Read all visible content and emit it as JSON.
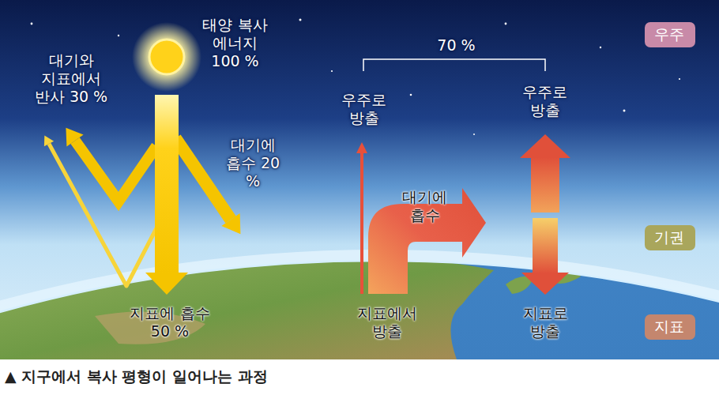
{
  "diagram": {
    "caption": "▲ 지구에서 복사 평형이 일어나는 과정",
    "nodes": [
      {
        "text": [
          "우주"
        ]
      },
      {
        "text": [
          "기권"
        ]
      },
      {
        "text": [
          "지표"
        ]
      }
    ],
    "labels": [
      "대기와 지표에서 반사 30 %",
      "태양 복사 에너지 100 %",
      "대기에 흡수 20 %",
      "지표에 흡수 50 %",
      "70 %",
      "우주로 방출",
      "우주로 방출",
      "대기에 흡수",
      "지표에서 방출",
      "지표로 방출"
    ]
  }
}
